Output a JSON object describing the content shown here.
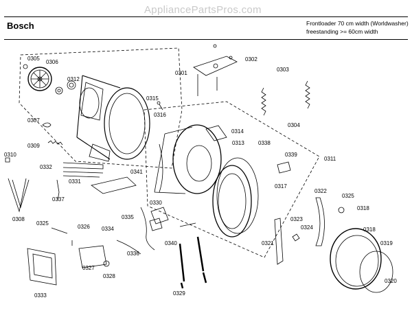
{
  "watermark": "AppliancePartsPros.com",
  "brand": "Bosch",
  "description": [
    "Frontloader 70 cm width (Worldwasher)",
    "freestanding >= 60cm width"
  ],
  "part_numbers": [
    "0305",
    "0306",
    "0312",
    "0315",
    "0316",
    "0301",
    "0302",
    "0303",
    "0304",
    "0307",
    "0309",
    "0314",
    "0313",
    "0338",
    "0339",
    "0311",
    "0310",
    "0332",
    "0331",
    "0341",
    "0317",
    "0337",
    "0308",
    "0330",
    "0335",
    "0334",
    "0340",
    "0336",
    "0325",
    "0326",
    "0327",
    "0328",
    "0333",
    "0329",
    "0322",
    "0323",
    "0324",
    "0318",
    "0319",
    "0320",
    "0321"
  ]
}
